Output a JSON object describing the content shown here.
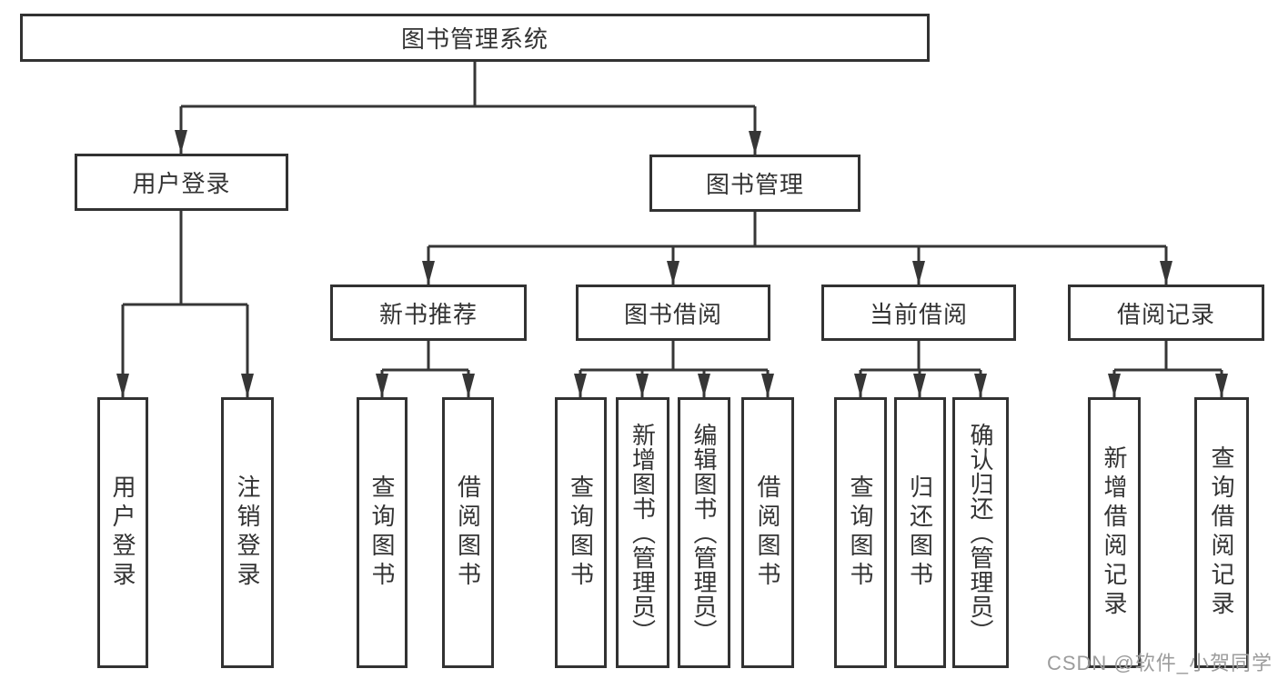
{
  "tree": {
    "root": "图书管理系统",
    "level2": [
      {
        "label": "用户登录",
        "children": [
          "用户登录",
          "注销登录"
        ]
      },
      {
        "label": "图书管理",
        "children": [
          {
            "label": "新书推荐",
            "children": [
              "查询图书",
              "借阅图书"
            ]
          },
          {
            "label": "图书借阅",
            "children": [
              "查询图书",
              "新增图书（管理员）",
              "编辑图书（管理员）",
              "借阅图书"
            ]
          },
          {
            "label": "当前借阅",
            "children": [
              "查询图书",
              "归还图书",
              "确认归还（管理员）"
            ]
          },
          {
            "label": "借阅记录",
            "children": [
              "新增借阅记录",
              "查询借阅记录"
            ]
          }
        ]
      }
    ]
  },
  "watermark": "CSDN @软件_小贺同学",
  "colors": {
    "line": "#363636",
    "border": "#323232",
    "text": "#333333",
    "watermark": "#9c9c9c",
    "background": "#ffffff"
  }
}
